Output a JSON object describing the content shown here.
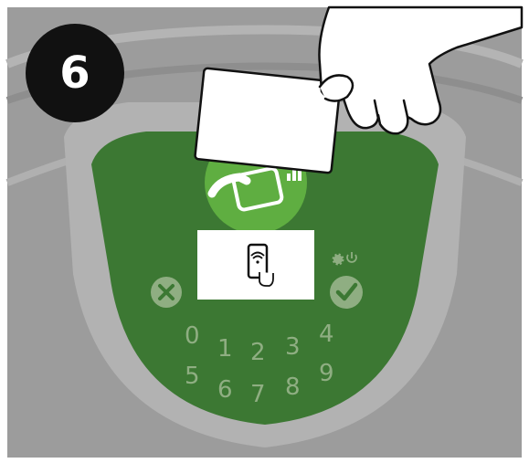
{
  "step": {
    "number": "6"
  },
  "panel": {
    "reader_icon": "contactless-card-reader-icon",
    "screen_icon": "phone-tap-nfc-icon",
    "cancel_icon": "cancel-x-icon",
    "confirm_icon": "confirm-check-icon",
    "settings_icons": "gear-power-icons"
  },
  "keypad": {
    "keys": [
      "0",
      "1",
      "2",
      "3",
      "4",
      "5",
      "6",
      "7",
      "8",
      "9"
    ]
  },
  "colors": {
    "panel_green": "#3c7833",
    "accent_green": "#5fae41",
    "keypad_text": "#8fae82",
    "badge": "#111111"
  }
}
